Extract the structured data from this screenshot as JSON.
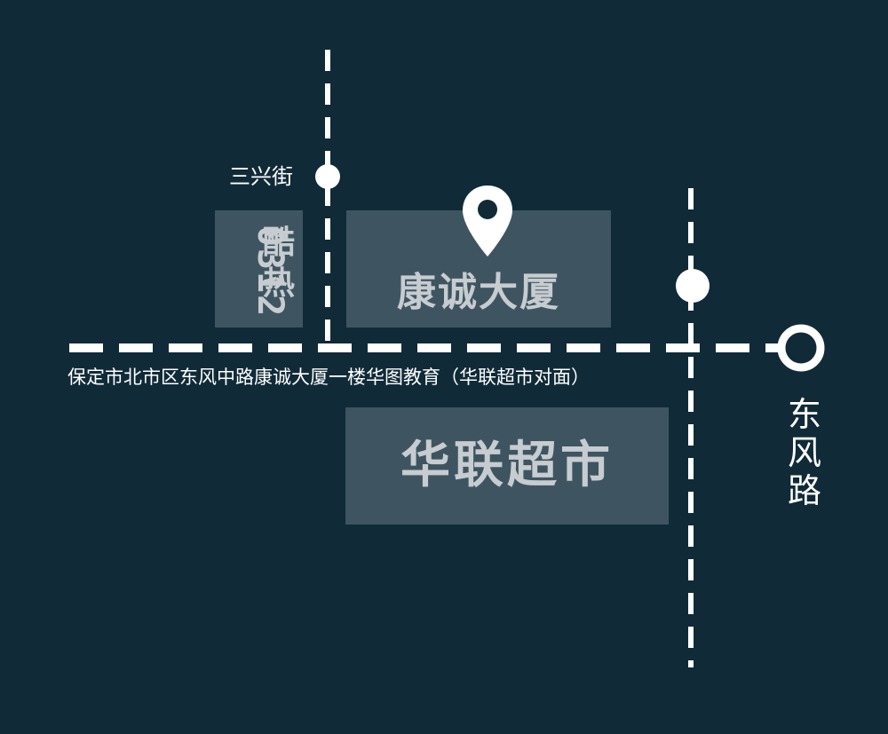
{
  "map": {
    "background_color": "#102a38",
    "road_color": "#ffffff",
    "block_color": "#3e5561",
    "block_text_color": "#c7ccd0"
  },
  "roads": {
    "sanxing_street": "三兴街",
    "dongfeng_road": "东风路"
  },
  "buildings": {
    "kangcheng": "康诚大厦",
    "hualian": "华联超市",
    "kure_code": "0312",
    "kure_name": "酷热"
  },
  "address": "保定市北市区东风中路康诚大厦一楼华图教育（华联超市对面）",
  "icons": {
    "location_pin": "map-pin-icon",
    "sanxing_marker": "road-dot-icon",
    "east_marker": "road-dot-icon",
    "road_end": "ring-icon"
  }
}
